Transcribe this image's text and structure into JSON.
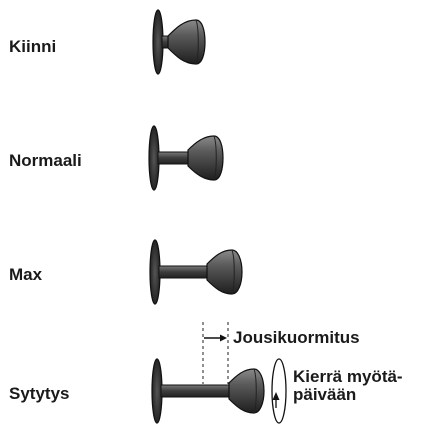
{
  "positions": [
    {
      "key": "closed",
      "label": "Kiinni"
    },
    {
      "key": "normal",
      "label": "Normaali"
    },
    {
      "key": "max",
      "label": "Max"
    },
    {
      "key": "ignition",
      "label": "Sytytys"
    }
  ],
  "annotations": {
    "spring_load": "Jousikuormitus",
    "rotate_line1": "Kierrä myötä-",
    "rotate_line2": "päivään"
  },
  "colors": {
    "knob_fill": "#6e6e6e",
    "knob_dark": "#2a2a2a",
    "outline": "#111111"
  }
}
